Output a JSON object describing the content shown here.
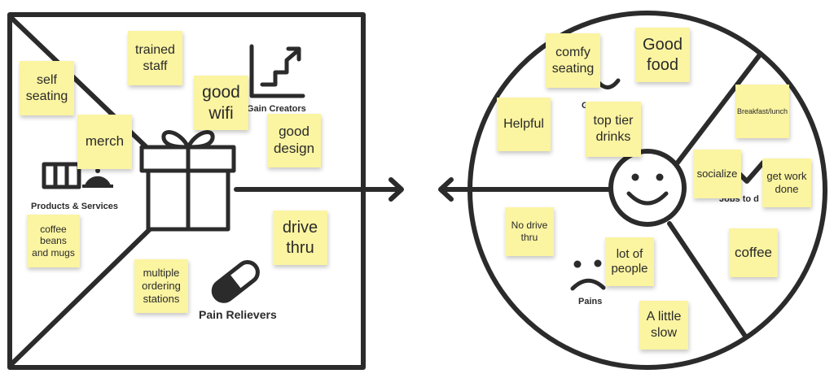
{
  "canvas": {
    "line_color": "#2b2b2b",
    "note_color": "#fbf4a1",
    "background": "#ffffff"
  },
  "value_map": {
    "labels": {
      "gain_creators": "Gain Creators",
      "products_services": "Products & Services",
      "pain_relievers": "Pain Relievers"
    },
    "icons": [
      "trending-up-stairs-icon",
      "gift-box-icon",
      "products-shelf-icon",
      "service-bell-icon",
      "pill-capsule-icon"
    ],
    "notes": {
      "self_seating": "self\nseating",
      "trained_staff": "trained\nstaff",
      "good_wifi": "good\nwifi",
      "merch": "merch",
      "good_design": "good\ndesign",
      "coffee_beans": "coffee\nbeans\nand mugs",
      "drive_thru": "drive\nthru",
      "multiple_ordering": "multiple\nordering\nstations"
    }
  },
  "customer_profile": {
    "labels": {
      "gains_partial": "G",
      "jobs_partial": "Jobs to d",
      "pains": "Pains"
    },
    "icons": [
      "smiley-face-icon",
      "happy-mouth-icon",
      "checkmark-icon",
      "sad-face-icon"
    ],
    "notes": {
      "comfy_seating": "comfy\nseating",
      "good_food": "Good\nfood",
      "helpful": "Helpful",
      "top_tier_drinks": "top tier\ndrinks",
      "breakfast_lunch": "Breakfast/lunch",
      "socialize": "socialize",
      "get_work_done": "get work\ndone",
      "no_drive_thru": "No drive\nthru",
      "lot_of_people": "lot of\npeople",
      "coffee": "coffee",
      "a_little_slow": "A little\nslow"
    }
  }
}
